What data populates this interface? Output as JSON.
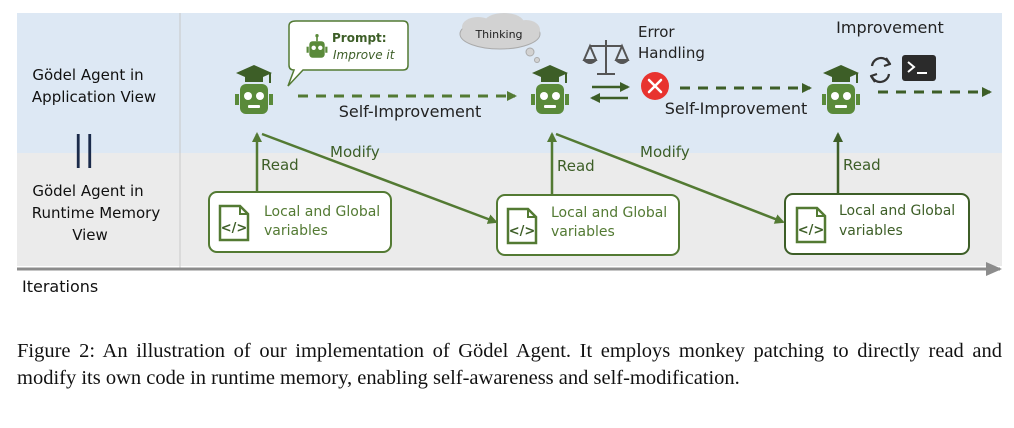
{
  "views": {
    "application": [
      "Gödel Agent in",
      "Application View"
    ],
    "equivalence_symbol": "||",
    "runtime": [
      "Gödel Agent in",
      "Runtime Memory",
      "View"
    ]
  },
  "prompt_bubble": {
    "title": "Prompt:",
    "text": "Improve it"
  },
  "thinking_label": "Thinking",
  "error_handling": [
    "Error",
    "Handling"
  ],
  "improvement_label": "Improvement",
  "self_improvement_labels": [
    "Self-Improvement",
    "Self-Improvement"
  ],
  "read_labels": [
    "Read",
    "Read",
    "Read"
  ],
  "modify_labels": [
    "Modify",
    "Modify"
  ],
  "code_boxes": [
    [
      "Local and Global",
      "variables"
    ],
    [
      "Local and Global",
      "variables"
    ],
    [
      "Local and Global",
      "variables"
    ]
  ],
  "axis_label": "Iterations",
  "caption": "Figure 2: An illustration of our implementation of Gödel Agent. It employs monkey patching to directly read and modify its own code in runtime memory, enabling self-awareness and self-modification.",
  "colors": {
    "green": "#537a33",
    "dark_green": "#3d5e27",
    "top_band": "#dde8f4",
    "bottom_band": "#ebebeb",
    "error_red": "#e8332f",
    "axis_gray": "#8c8c8c"
  }
}
